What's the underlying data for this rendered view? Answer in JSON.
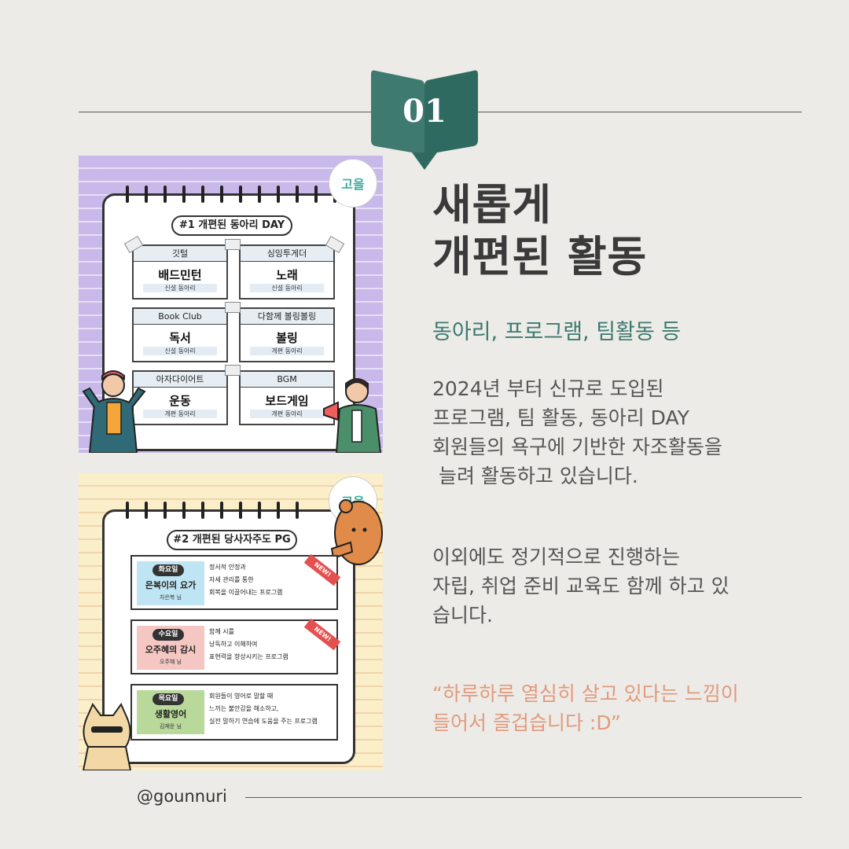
{
  "badge": {
    "number": "01"
  },
  "title_lines": [
    "새롭게",
    "개편된 활동"
  ],
  "subtitle": "동아리, 프로그램, 팀활동 등",
  "body_lines": [
    "2024년 부터 신규로 도입된",
    "프로그램, 팀 활동, 동아리 DAY",
    "회원들의 욕구에 기반한 자조활동을",
    " 늘려 활동하고 있습니다."
  ],
  "body2_lines": [
    "이외에도 정기적으로 진행하는",
    "자립, 취업 준비 교육도 함께 하고 있",
    "습니다."
  ],
  "quote_lines": [
    "“하루하루 열심히 살고 있다는 느낌이",
    "들어서 즐겁습니다 :D”"
  ],
  "handle": "@gounnuri",
  "colors": {
    "teal": "#3f7a70",
    "quote": "#e29a7d",
    "card1_bg": "#c9b8ea",
    "card2_bg": "#fbefc9"
  },
  "card1": {
    "title": "#1 개편된 동아리 DAY",
    "logo": "고을",
    "items": [
      {
        "head": "깃털",
        "name": "배드민턴",
        "tag": "신설 동아리"
      },
      {
        "head": "싱잉투게더",
        "name": "노래",
        "tag": "신설 동아리"
      },
      {
        "head": "Book Club",
        "name": "독서",
        "tag": "신설 동아리"
      },
      {
        "head": "다함께 볼링볼링",
        "name": "볼링",
        "tag": "개편 동아리"
      },
      {
        "head": "아자다이어트",
        "name": "운동",
        "tag": "개편 동아리"
      },
      {
        "head": "BGM",
        "name": "보드게임",
        "tag": "개편 동아리"
      }
    ]
  },
  "card2": {
    "title": "#2 개편된 당사자주도 PG",
    "logo": "고을",
    "items": [
      {
        "day": "화요일",
        "name": "은복이의 요가",
        "by": "차은복 님",
        "desc": [
          "정서적 안정과",
          "자세 관리를 통한",
          "회복을 이끌어내는 프로그램"
        ],
        "new": "NEW!"
      },
      {
        "day": "수요일",
        "name": "오주혜의 감시",
        "by": "오주혜 님",
        "desc": [
          "함께 시를",
          "낭독하고 이해하여",
          "표현력을 향상시키는 프로그램"
        ],
        "new": "NEW!"
      },
      {
        "day": "목요일",
        "name": "생활영어",
        "by": "김재운 님",
        "desc": [
          "회원들이 영어로 말할 때",
          "느끼는 불안감을 해소하고,",
          "실전 말하기 연습에 도움을 주는 프로그램"
        ],
        "new": ""
      }
    ]
  }
}
